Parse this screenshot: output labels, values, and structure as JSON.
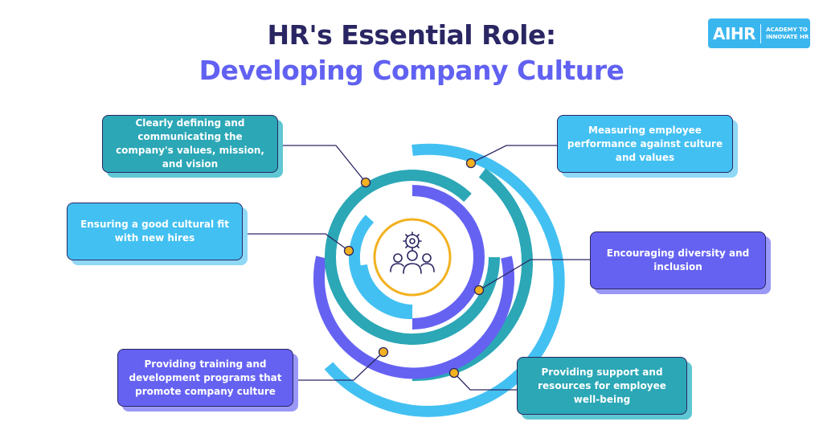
{
  "header": {
    "title_line1": "HR's Essential Role:",
    "title_line2": "Developing Company Culture"
  },
  "logo": {
    "mark": "AIHR",
    "tagline_line1": "Academy to",
    "tagline_line2": "Innovate HR",
    "color": "#3ab6ef"
  },
  "center": {
    "icon": "team-gear-icon",
    "ring_color": "#f2b120"
  },
  "items": [
    {
      "label": "Clearly defining and communicating the company's values, mission, and vision",
      "color": "#2ba7b6"
    },
    {
      "label": "Measuring employee performance against culture and values",
      "color": "#43c0f2"
    },
    {
      "label": "Ensuring a good cultural fit with new hires",
      "color": "#43c0f2"
    },
    {
      "label": "Encouraging diversity and inclusion",
      "color": "#6562f2"
    },
    {
      "label": "Providing training and development programs that promote company culture",
      "color": "#6562f2"
    },
    {
      "label": "Providing support and resources for employee well-being",
      "color": "#2ba7b6"
    }
  ],
  "colors": {
    "dark": "#2a2663",
    "teal": "#2ba7b6",
    "sky": "#43c0f2",
    "purple": "#6562f2",
    "marker": "#f2b120"
  }
}
